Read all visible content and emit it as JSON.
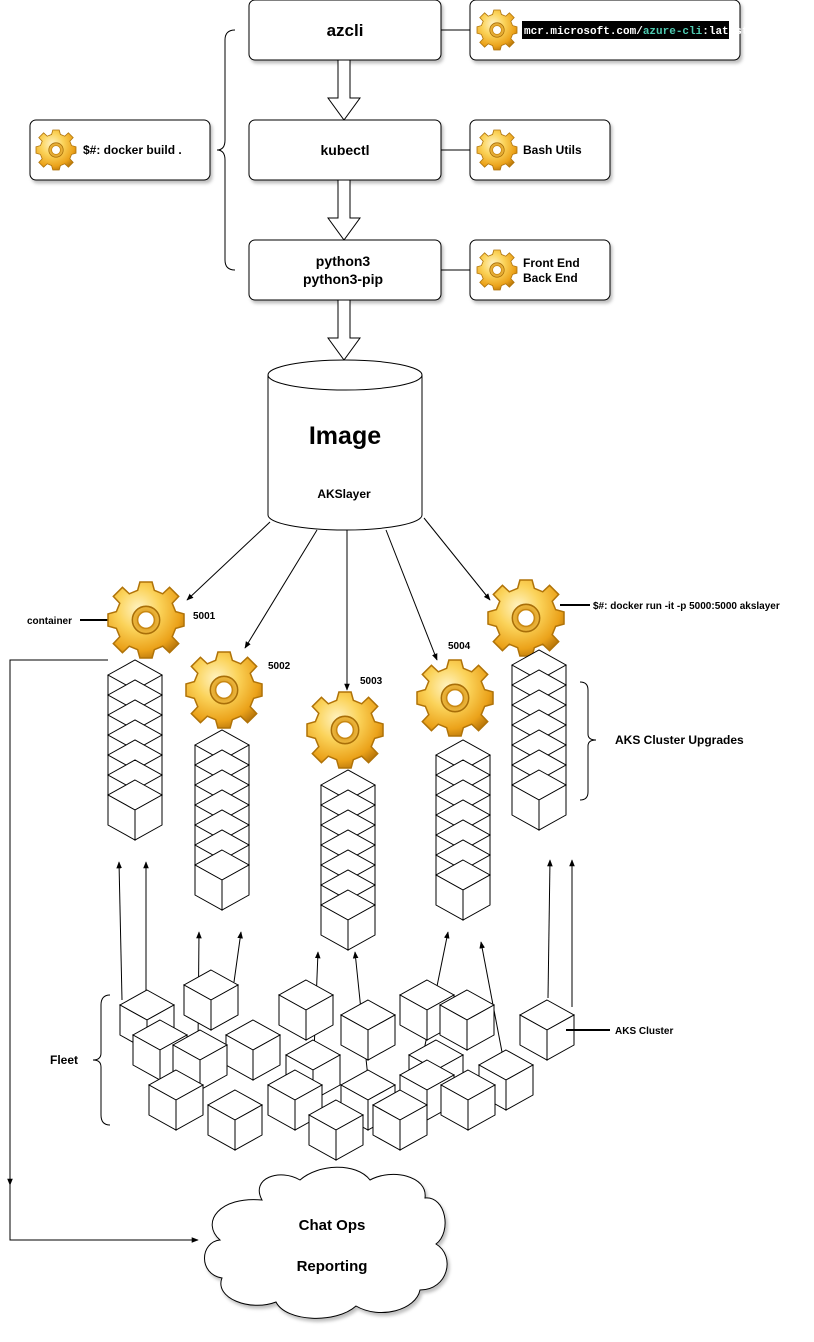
{
  "stages": {
    "azcli": "azcli",
    "kubectl": "kubectl",
    "python_line1": "python3",
    "python_line2": "python3-pip"
  },
  "annotations": {
    "docker_build": "$#: docker build .",
    "image_prefix": "mcr.microsoft.com/",
    "image_path": "azure-cli",
    "image_sep": ":",
    "image_tag": "latest",
    "bash_utils": "Bash Utils",
    "front_end": "Front End",
    "back_end": "Back End"
  },
  "image": {
    "title": "Image",
    "name": "AKSlayer"
  },
  "containers": {
    "label": "container",
    "run_command": "$#: docker run -it -p 5000:5000 akslayer",
    "ports": [
      "5001",
      "5002",
      "5003",
      "5004"
    ],
    "upgrades_label": "AKS Cluster Upgrades"
  },
  "fleet": {
    "label": "Fleet",
    "cluster_label": "AKS Cluster"
  },
  "reporting": {
    "line1": "Chat Ops",
    "line2": "Reporting"
  },
  "colors": {
    "gear_light": "#fde08a",
    "gear_mid": "#f5b731",
    "gear_dark": "#c27e0a",
    "terminal_bg": "#000000",
    "terminal_text": "#ffffff",
    "terminal_accent": "#4ec9b0"
  },
  "icons": [
    "gear-icon",
    "cube-icon",
    "database-cylinder",
    "cloud-shape"
  ]
}
